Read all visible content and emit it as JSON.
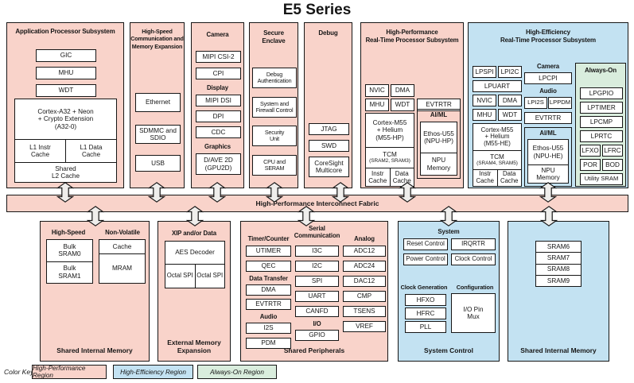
{
  "title": "E5 Series",
  "fabric": {
    "label": "High-Performance Interconnect Fabric"
  },
  "colors": {
    "high_performance": "#f9d3ca",
    "high_efficiency": "#c3e2f2",
    "always_on": "#d9eddd"
  },
  "color_key": {
    "label": "Color Key:",
    "items": [
      "High-Performance Region",
      "High-Efficiency Region",
      "Always-On Region"
    ]
  },
  "aps": {
    "title": "Application Processor Subsystem",
    "gic": "GIC",
    "mhu": "MHU",
    "wdt": "WDT",
    "cpu_lines": [
      "Cortex-A32 + Neon",
      "+ Crypto Extension",
      "(A32-0)"
    ],
    "l1_instr_lines": [
      "L1 Instr",
      "Cache"
    ],
    "l1_data_lines": [
      "L1 Data",
      "Cache"
    ],
    "l2_lines": [
      "Shared",
      "L2 Cache"
    ]
  },
  "hscme": {
    "title_lines": [
      "High-Speed",
      "Communication and",
      "Memory Expansion"
    ],
    "ethernet": "Ethernet",
    "sdmmc_lines": [
      "SDMMC and",
      "SDIO"
    ],
    "usb": "USB"
  },
  "cdg": {
    "camera_header": "Camera",
    "mipi_csi2": "MIPI CSI-2",
    "cpi": "CPI",
    "display_header": "Display",
    "mipi_dsi": "MIPI DSI",
    "dpi": "DPI",
    "cdc": "CDC",
    "graphics_header": "Graphics",
    "gpu_lines": [
      "D/AVE 2D",
      "(GPU2D)"
    ]
  },
  "secure": {
    "title_lines": [
      "Secure",
      "Enclave"
    ],
    "boxes": [
      [
        "Debug",
        "Authentication"
      ],
      [
        "System and",
        "Firewall Control"
      ],
      [
        "Security",
        "Unit"
      ],
      [
        "CPU and",
        "SERAM"
      ]
    ]
  },
  "debug": {
    "title": "Debug",
    "jtag": "JTAG",
    "swd": "SWD",
    "coresight_lines": [
      "CoreSight",
      "Multicore"
    ]
  },
  "hprt": {
    "title_lines": [
      "High-Performance",
      "Real-Time Processor Subsystem"
    ],
    "nvic": "NVIC",
    "dma": "DMA",
    "mhu": "MHU",
    "wdt": "WDT",
    "evtrtr": "EVTRTR",
    "cpu_lines": [
      "Cortex-M55",
      "+ Helium",
      "(M55-HP)"
    ],
    "tcm": "TCM",
    "tcm_sub": "(SRAM2, SRAM3)",
    "instr_cache_lines": [
      "Instr",
      "Cache"
    ],
    "data_cache_lines": [
      "Data",
      "Cache"
    ],
    "aiml_header": "AI/ML",
    "npu_lines": [
      "Ethos-U55",
      "(NPU-HP)"
    ],
    "npu_mem_lines": [
      "NPU",
      "Memory"
    ]
  },
  "hert": {
    "title_lines": [
      "High-Efficiency",
      "Real-Time Processor Subsystem"
    ],
    "lpspi": "LPSPI",
    "lpi2c": "LPI2C",
    "lpuart": "LPUART",
    "nvic": "NVIC",
    "dma": "DMA",
    "mhu": "MHU",
    "wdt": "WDT",
    "cpu_lines": [
      "Cortex-M55",
      "+ Helium",
      "(M55-HE)"
    ],
    "tcm": "TCM",
    "tcm_sub": "(SRAM4, SRAM5)",
    "instr_cache_lines": [
      "Instr",
      "Cache"
    ],
    "data_cache_lines": [
      "Data",
      "Cache"
    ],
    "camera_header": "Camera",
    "lpcpi": "LPCPI",
    "audio_header": "Audio",
    "lpi2s": "LPI2S",
    "lppdm": "LPPDM",
    "evtrtr": "EVTRTR",
    "aiml_header": "AI/ML",
    "npu_lines": [
      "Ethos-U55",
      "(NPU-HE)"
    ],
    "npu_mem_lines": [
      "NPU",
      "Memory"
    ],
    "aon": {
      "title": "Always-On",
      "lpgpio": "LPGPIO",
      "lptimer": "LPTIMER",
      "lpcmp": "LPCMP",
      "lprtc": "LPRTC",
      "lfxo": "LFXO",
      "lfrc": "LFRC",
      "por": "POR",
      "bod": "BOD",
      "utility": "Utility SRAM"
    }
  },
  "sim1": {
    "hs_header": "High-Speed",
    "bulk0_lines": [
      "Bulk",
      "SRAM0"
    ],
    "bulk1_lines": [
      "Bulk",
      "SRAM1"
    ],
    "nv_header": "Non-Volatile",
    "cache": "Cache",
    "mram": "MRAM",
    "title": "Shared Internal Memory"
  },
  "eme": {
    "header": "XIP and/or Data",
    "aes": "AES Decoder",
    "octal1": "Octal SPI",
    "octal2": "Octal SPI",
    "title": "External Memory Expansion"
  },
  "periph": {
    "timer_header": "Timer/Counter",
    "utimer": "UTIMER",
    "qec": "QEC",
    "dt_header": "Data Transfer",
    "dma": "DMA",
    "evtrtr": "EVTRTR",
    "audio_header": "Audio",
    "i2s": "I2S",
    "pdm": "PDM",
    "serial_header": "Serial Communication",
    "i3c": "I3C",
    "i2c": "I2C",
    "spi": "SPI",
    "uart": "UART",
    "canfd": "CANFD",
    "io_header": "I/O",
    "gpio": "GPIO",
    "analog_header": "Analog",
    "adc12": "ADC12",
    "adc24": "ADC24",
    "dac12": "DAC12",
    "cmp": "CMP",
    "tsens": "TSENS",
    "vref": "VREF",
    "title": "Shared Peripherals"
  },
  "sysctl": {
    "system_header": "System",
    "reset": "Reset Control",
    "irqrtr": "IRQRTR",
    "power": "Power Control",
    "clkctl": "Clock Control",
    "clkgen_header": "Clock Generation",
    "hfxo": "HFXO",
    "hfrc": "HFRC",
    "pll": "PLL",
    "config_header": "Configuration",
    "iopin_lines": [
      "I/O Pin",
      "Mux"
    ],
    "title": "System Control"
  },
  "sim2": {
    "sram6": "SRAM6",
    "sram7": "SRAM7",
    "sram8": "SRAM8",
    "sram9": "SRAM9",
    "title": "Shared Internal Memory"
  }
}
